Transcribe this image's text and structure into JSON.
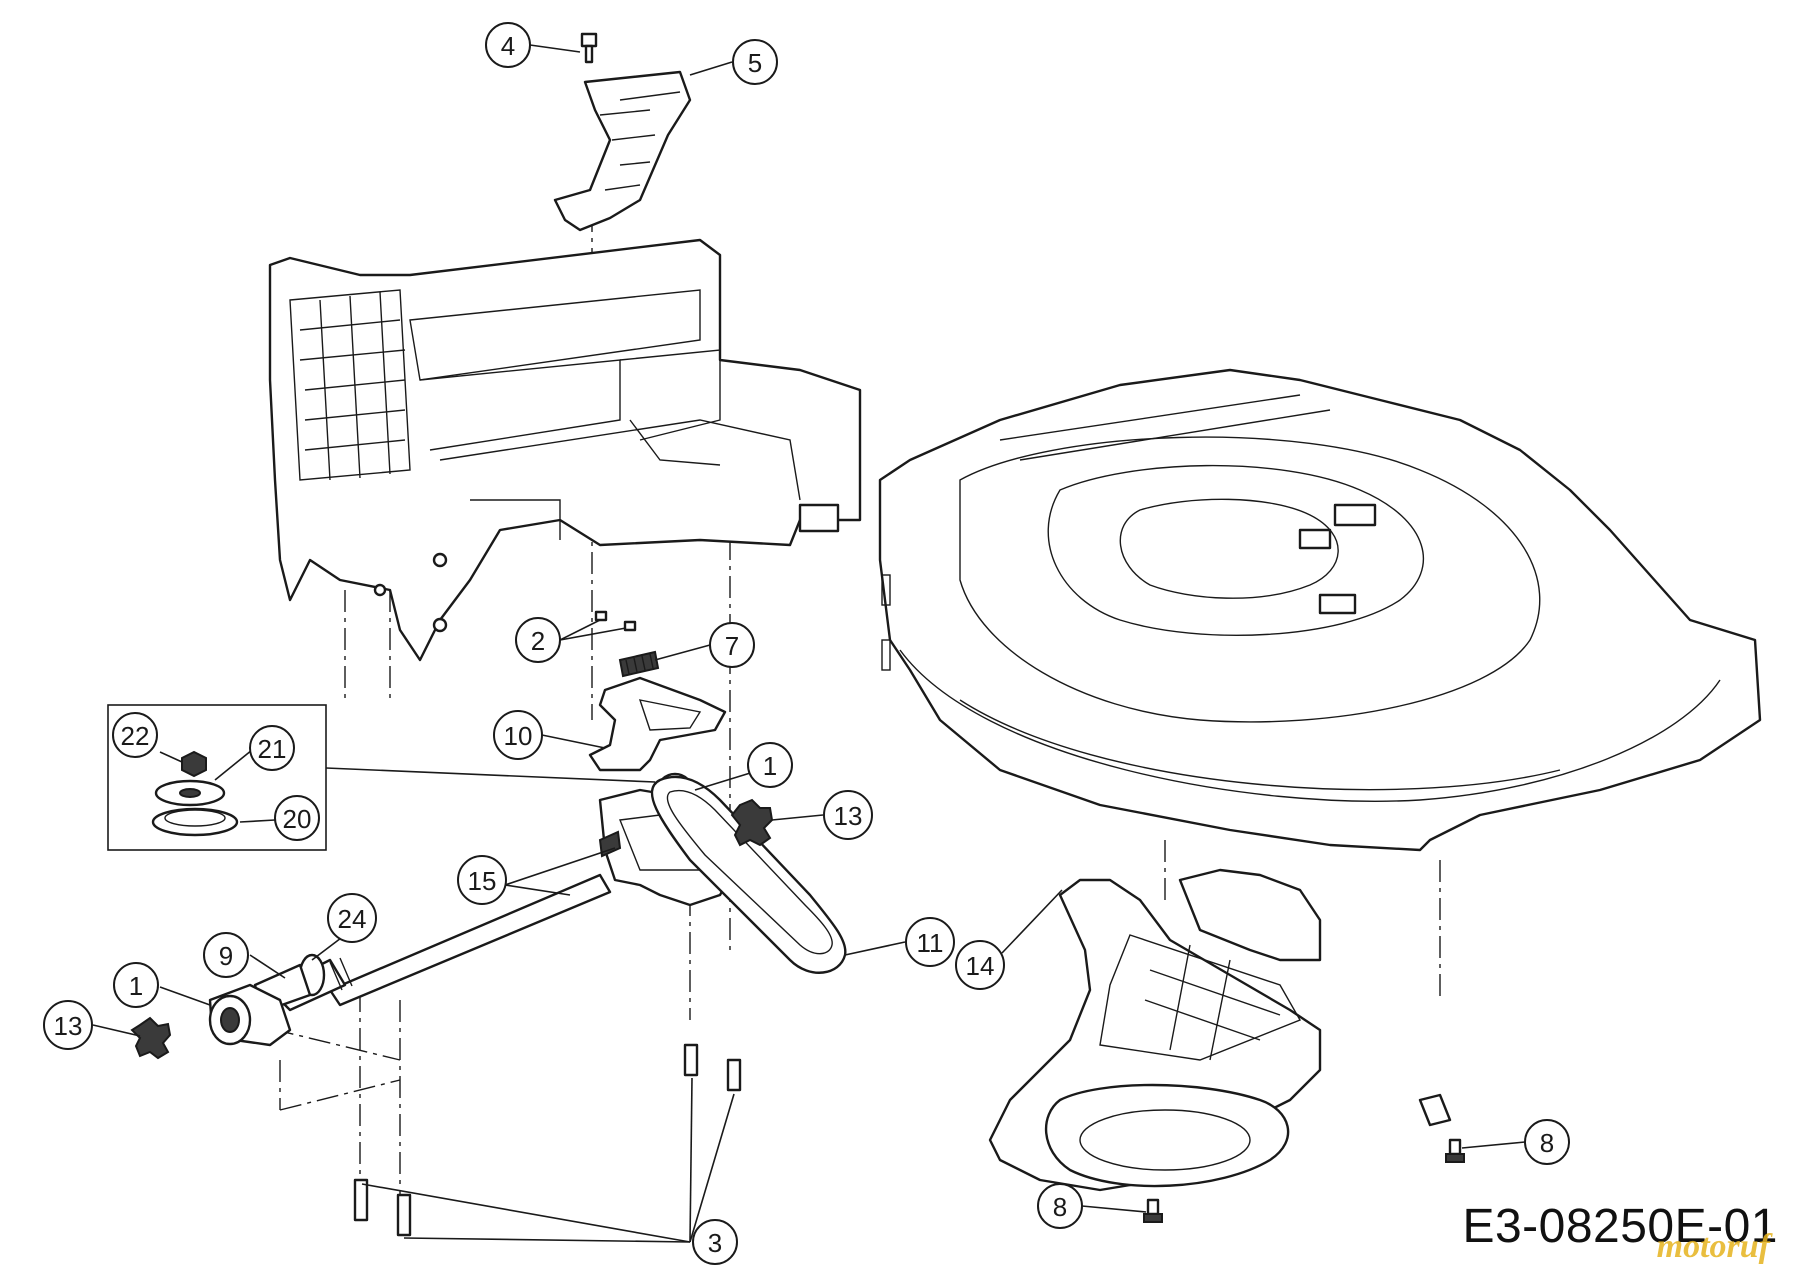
{
  "diagram": {
    "code": "E3-08250E-01",
    "watermark": "motoruf"
  },
  "callouts": [
    {
      "id": "c4",
      "label": "4"
    },
    {
      "id": "c5",
      "label": "5"
    },
    {
      "id": "c2",
      "label": "2"
    },
    {
      "id": "c7",
      "label": "7"
    },
    {
      "id": "c10",
      "label": "10"
    },
    {
      "id": "c22",
      "label": "22"
    },
    {
      "id": "c21",
      "label": "21"
    },
    {
      "id": "c20",
      "label": "20"
    },
    {
      "id": "c1a",
      "label": "1"
    },
    {
      "id": "c13a",
      "label": "13"
    },
    {
      "id": "c15",
      "label": "15"
    },
    {
      "id": "c24",
      "label": "24"
    },
    {
      "id": "c9",
      "label": "9"
    },
    {
      "id": "c1b",
      "label": "1"
    },
    {
      "id": "c13b",
      "label": "13"
    },
    {
      "id": "c11",
      "label": "11"
    },
    {
      "id": "c14",
      "label": "14"
    },
    {
      "id": "c8a",
      "label": "8"
    },
    {
      "id": "c8b",
      "label": "8"
    },
    {
      "id": "c3",
      "label": "3"
    }
  ]
}
